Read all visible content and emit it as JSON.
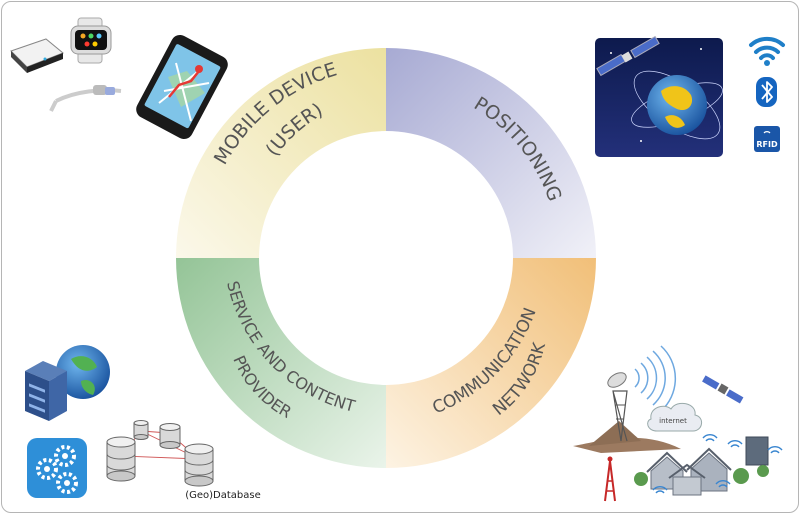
{
  "segments": {
    "mobile_device": {
      "line1": "MOBILE DEVICE",
      "line2": "(USER)",
      "color": "#eee4a8"
    },
    "positioning": {
      "line1": "POSITIONING",
      "color": "#a9acd4"
    },
    "communication": {
      "line1": "COMMUNICATION",
      "line2": "NETWORK",
      "color": "#f2c27c"
    },
    "service": {
      "line1": "SERVICE AND CONTENT",
      "line2": "PROVIDER",
      "color": "#98c79b"
    }
  },
  "illustrations": {
    "database_label": "(Geo)Database",
    "rfid_label": "RFID",
    "internet_label": "internet"
  },
  "colors": {
    "label_text": "#555555",
    "border": "#b5b5b5"
  }
}
